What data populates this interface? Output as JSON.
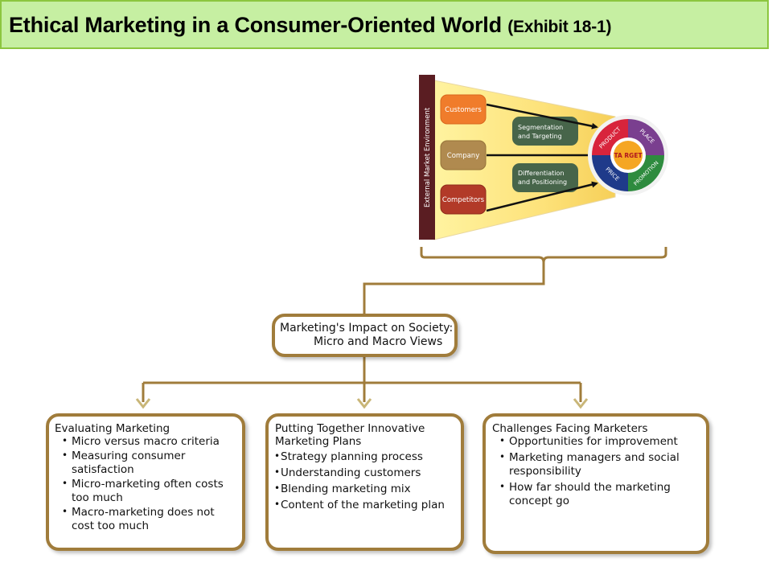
{
  "title": {
    "main": "Ethical Marketing in a Consumer-Oriented World ",
    "exhibit": "(Exhibit 18-1)"
  },
  "colors": {
    "title_bg": "#c6efa2",
    "title_border": "#8cc63f",
    "connector": "#a07c3b",
    "arrow": "#c9b678",
    "customers": "#f07c2b",
    "company": "#b08a4f",
    "competitors": "#b23a28",
    "strategy_boxes": "#47654a",
    "product": "#d8243c",
    "place": "#7a3f8f",
    "promotion": "#2e8b3e",
    "price": "#1f3a8a",
    "target": "#f5a623"
  },
  "top_diagram": {
    "external_label": "External Market Environment",
    "customers": "Customers",
    "company": "Company",
    "competitors": "Competitors",
    "segmentation": [
      "Segmentation",
      "and Targeting"
    ],
    "differentiation": [
      "Differentiation",
      "and Positioning"
    ],
    "wheel": {
      "target": "TA RGET",
      "product": "PRODUCT",
      "place": "PLACE",
      "promotion": "PROMOTION",
      "price": "PRICE"
    }
  },
  "impact_box": {
    "line1": "Marketing's Impact on Society:",
    "line2": "Micro and Macro Views"
  },
  "evaluating": {
    "heading": "Evaluating Marketing",
    "items": [
      "Micro versus macro criteria",
      "Measuring consumer satisfaction",
      "Micro-marketing often costs too much",
      "Macro-marketing does not cost too much"
    ]
  },
  "plans": {
    "heading": [
      "Putting Together Innovative",
      "Marketing Plans"
    ],
    "items": [
      "Strategy planning process",
      "Understanding customers",
      "Blending marketing mix",
      "Content of the marketing plan"
    ]
  },
  "challenges": {
    "heading": "Challenges Facing Marketers",
    "items": [
      "Opportunities for improvement",
      "Marketing managers and social responsibility",
      "How far should the  marketing concept go"
    ]
  }
}
